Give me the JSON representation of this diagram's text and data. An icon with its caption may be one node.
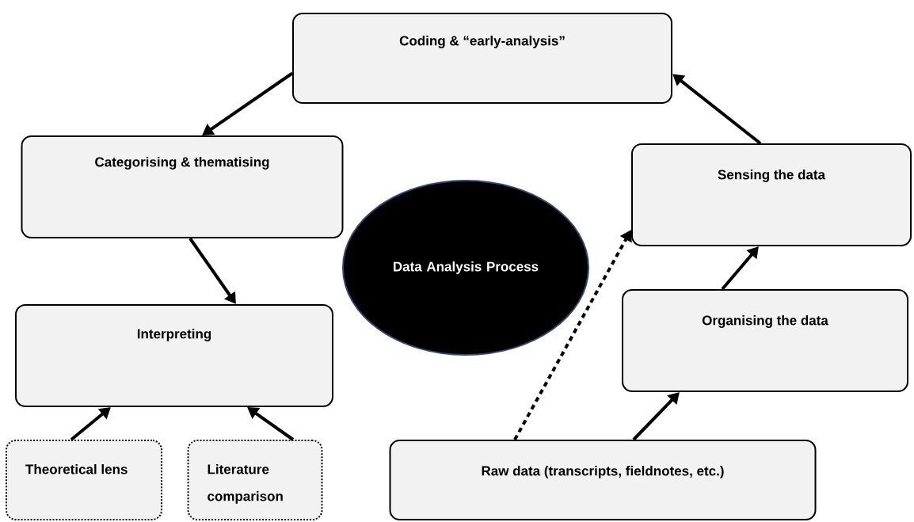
{
  "diagram": {
    "nodes": [
      {
        "text": [
          "Coding & “early-analysis”"
        ]
      },
      {
        "text": [
          "Categorising & thematising"
        ]
      },
      {
        "text": [
          "Interpreting"
        ]
      },
      {
        "text": [
          "Theoretical lens"
        ]
      },
      {
        "text": [
          "Literature comparison"
        ]
      },
      {
        "text": [
          "Data Analysis Process"
        ]
      },
      {
        "text": [
          "Sensing the data"
        ]
      },
      {
        "text": [
          "Organising the data"
        ]
      },
      {
        "text": [
          "Raw data (transcripts, fieldnotes, etc.)"
        ]
      }
    ],
    "edges": [
      {
        "from": 0,
        "to": 1,
        "arrow": "to"
      },
      {
        "from": 1,
        "to": 2,
        "arrow": "to"
      },
      {
        "from": 3,
        "to": 2,
        "arrow": "to"
      },
      {
        "from": 4,
        "to": 2,
        "arrow": "to"
      },
      {
        "from": 8,
        "to": 7,
        "arrow": "to"
      },
      {
        "from": 7,
        "to": 6,
        "arrow": "to"
      },
      {
        "from": 6,
        "to": 0,
        "arrow": "to"
      },
      {
        "from": 8,
        "to": 6,
        "arrow": "to",
        "style": "dashed"
      }
    ]
  }
}
